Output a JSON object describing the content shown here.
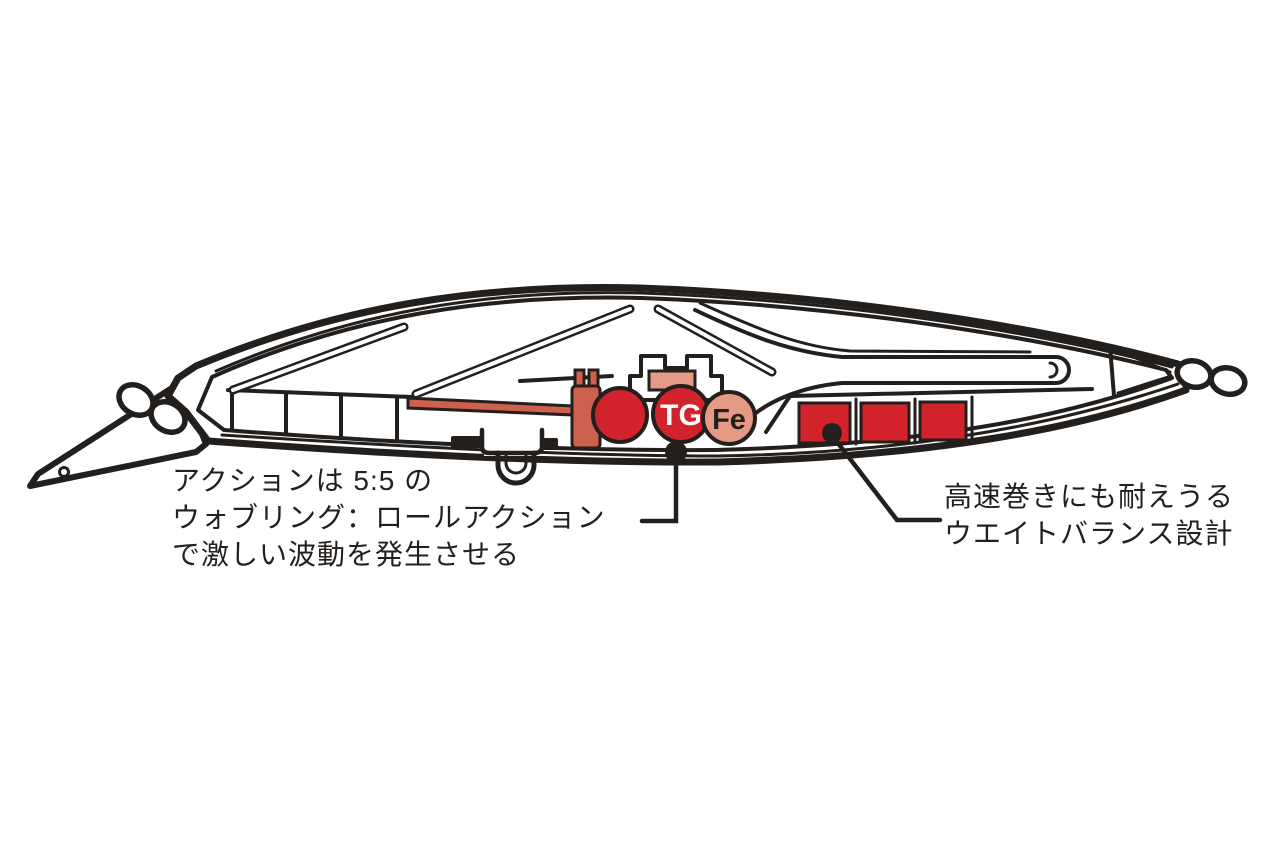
{
  "diagram": {
    "annotation_action": {
      "line1": "アクションは 5:5 の",
      "line2": "ウォブリング：ロールアクション",
      "line3": "で激しい波動を発生させる"
    },
    "annotation_weight": {
      "line1": "高速巻きにも耐えうる",
      "line2": "ウエイトバランス設計"
    },
    "labels": {
      "tungsten": "TG",
      "iron": "Fe"
    },
    "colors": {
      "red": "#d2232d",
      "salmon": "#e49a85",
      "dark_salmon": "#ce614e",
      "line": "#231f1c",
      "background": "#ffffff"
    }
  }
}
